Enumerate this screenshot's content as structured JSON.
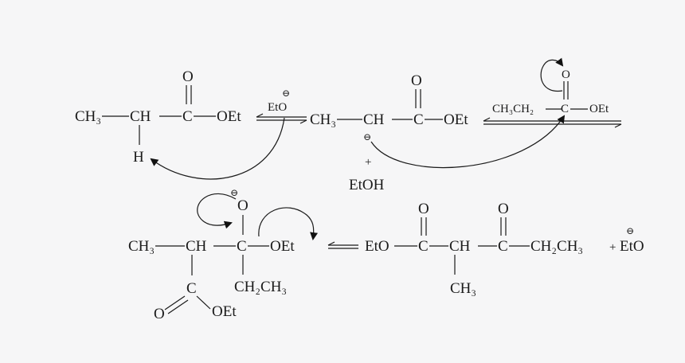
{
  "diagram": {
    "step1": {
      "reactant": {
        "ch3": "CH₃",
        "ch": "CH",
        "c": "C",
        "oet": "OEt",
        "o": "O",
        "h": "H"
      },
      "base": {
        "eto": "EtO",
        "charge": "⊖"
      }
    },
    "step2": {
      "enolate": {
        "ch3": "CH₃",
        "ch": "CH",
        "c": "C",
        "oet": "OEt",
        "o": "O",
        "charge": "⊖"
      },
      "plus": "+",
      "etoh": "EtOH",
      "ester": {
        "ch3ch2": "CH₃CH₂",
        "c": "C",
        "oet": "OEt",
        "o": "O"
      }
    },
    "step3": {
      "intermediate": {
        "ch3": "CH₃",
        "ch": "CH",
        "c": "C",
        "oet": "OEt",
        "o": "O",
        "charge": "⊖",
        "c2": "C",
        "o2": "O",
        "oet2": "OEt",
        "ch2ch3": "CH₂CH₃"
      },
      "product": {
        "eto": "EtO",
        "c1": "C",
        "ch": "CH",
        "c2": "C",
        "ch2ch3": "CH₂CH₃",
        "o1": "O",
        "o2": "O",
        "ch3": "CH₃"
      },
      "plus": "+",
      "leaving": {
        "eto": "EtO",
        "charge": "⊖"
      }
    }
  }
}
